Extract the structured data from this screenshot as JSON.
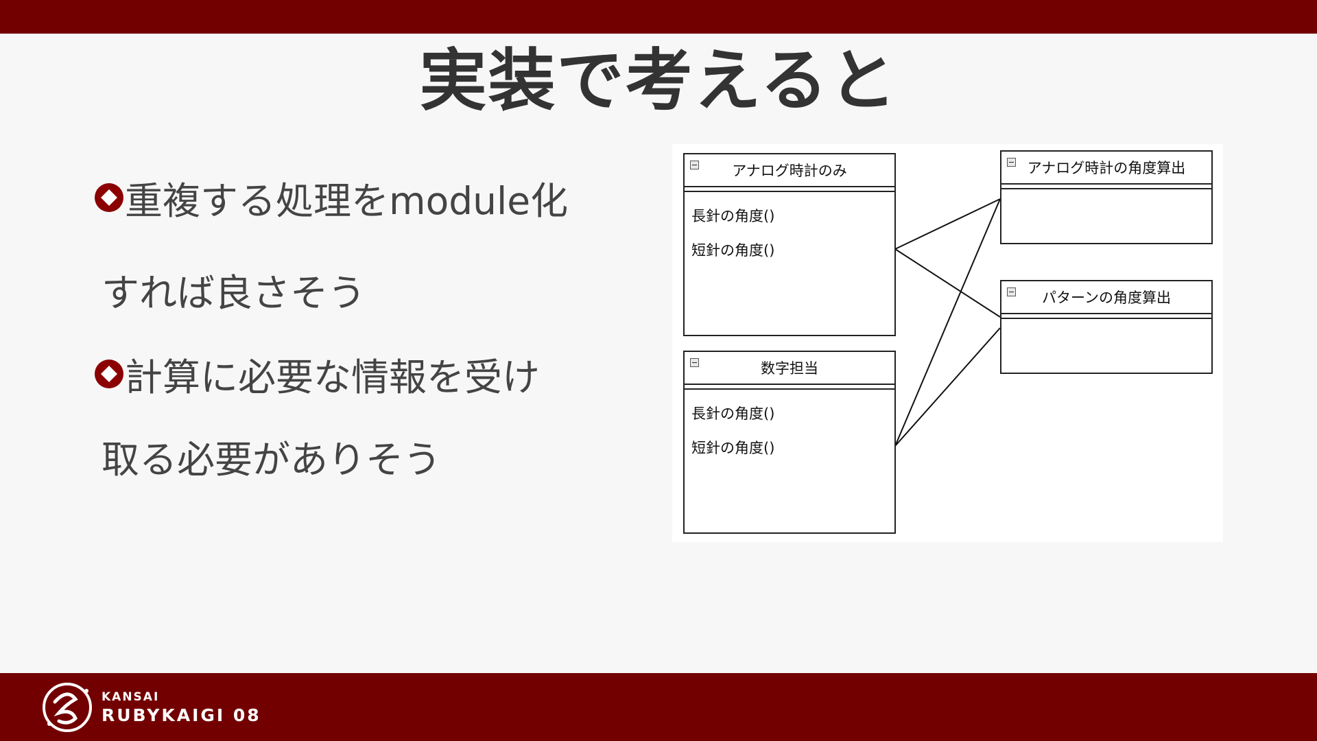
{
  "slide": {
    "title": "実装で考えると",
    "bullets": [
      {
        "line1": "重複する処理をmodule化",
        "line2": "すれば良さそう"
      },
      {
        "line1": "計算に必要な情報を受け",
        "line2": "取る必要がありそう"
      }
    ]
  },
  "diagram": {
    "classes": [
      {
        "name": "アナログ時計のみ",
        "operations": [
          "長針の角度()",
          "短針の角度()"
        ]
      },
      {
        "name": "数字担当",
        "operations": [
          "長針の角度()",
          "短針の角度()"
        ]
      },
      {
        "name": "アナログ時計の角度算出",
        "operations": []
      },
      {
        "name": "パターンの角度算出",
        "operations": []
      }
    ],
    "connections": [
      {
        "from": "アナログ時計のみ",
        "to": "アナログ時計の角度算出"
      },
      {
        "from": "アナログ時計のみ",
        "to": "パターンの角度算出"
      },
      {
        "from": "数字担当",
        "to": "アナログ時計の角度算出"
      },
      {
        "from": "数字担当",
        "to": "パターンの角度算出"
      }
    ]
  },
  "footer": {
    "logo_small": "KANSAI",
    "logo_big": "RUBYKAIGI 08"
  },
  "colors": {
    "bar": "#730000",
    "bullet": "#8b0000",
    "title": "#333333"
  }
}
